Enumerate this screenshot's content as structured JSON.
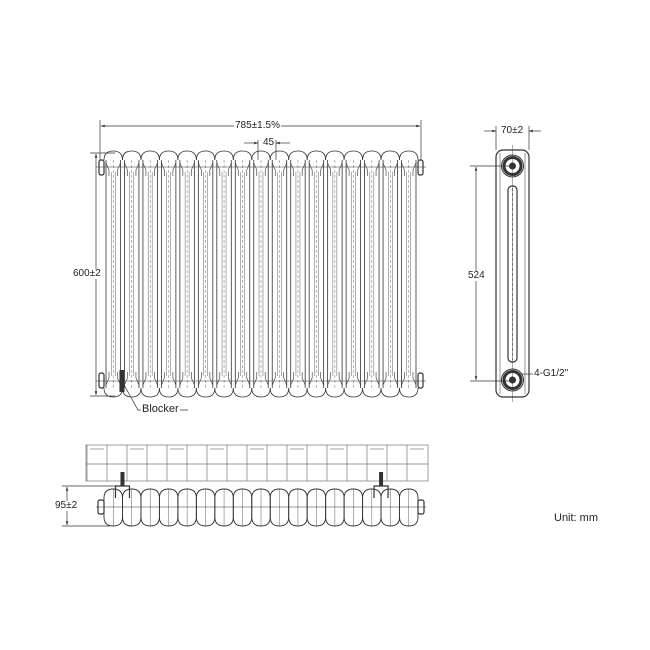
{
  "drawing": {
    "subject": "column radiator technical drawing",
    "line_color": "#333333",
    "background": "#ffffff",
    "sections": 17
  },
  "front_view": {
    "width_dim": "785±1.5%",
    "pitch_dim": "45",
    "height_dim": "600±2",
    "callout_blocker": "Blocker"
  },
  "side_view": {
    "depth_dim": "70±2",
    "center_dim": "524",
    "connection_callout": "4-G1/2\""
  },
  "top_view": {
    "depth_dim": "95±2"
  },
  "units": {
    "label": "Unit: mm"
  }
}
